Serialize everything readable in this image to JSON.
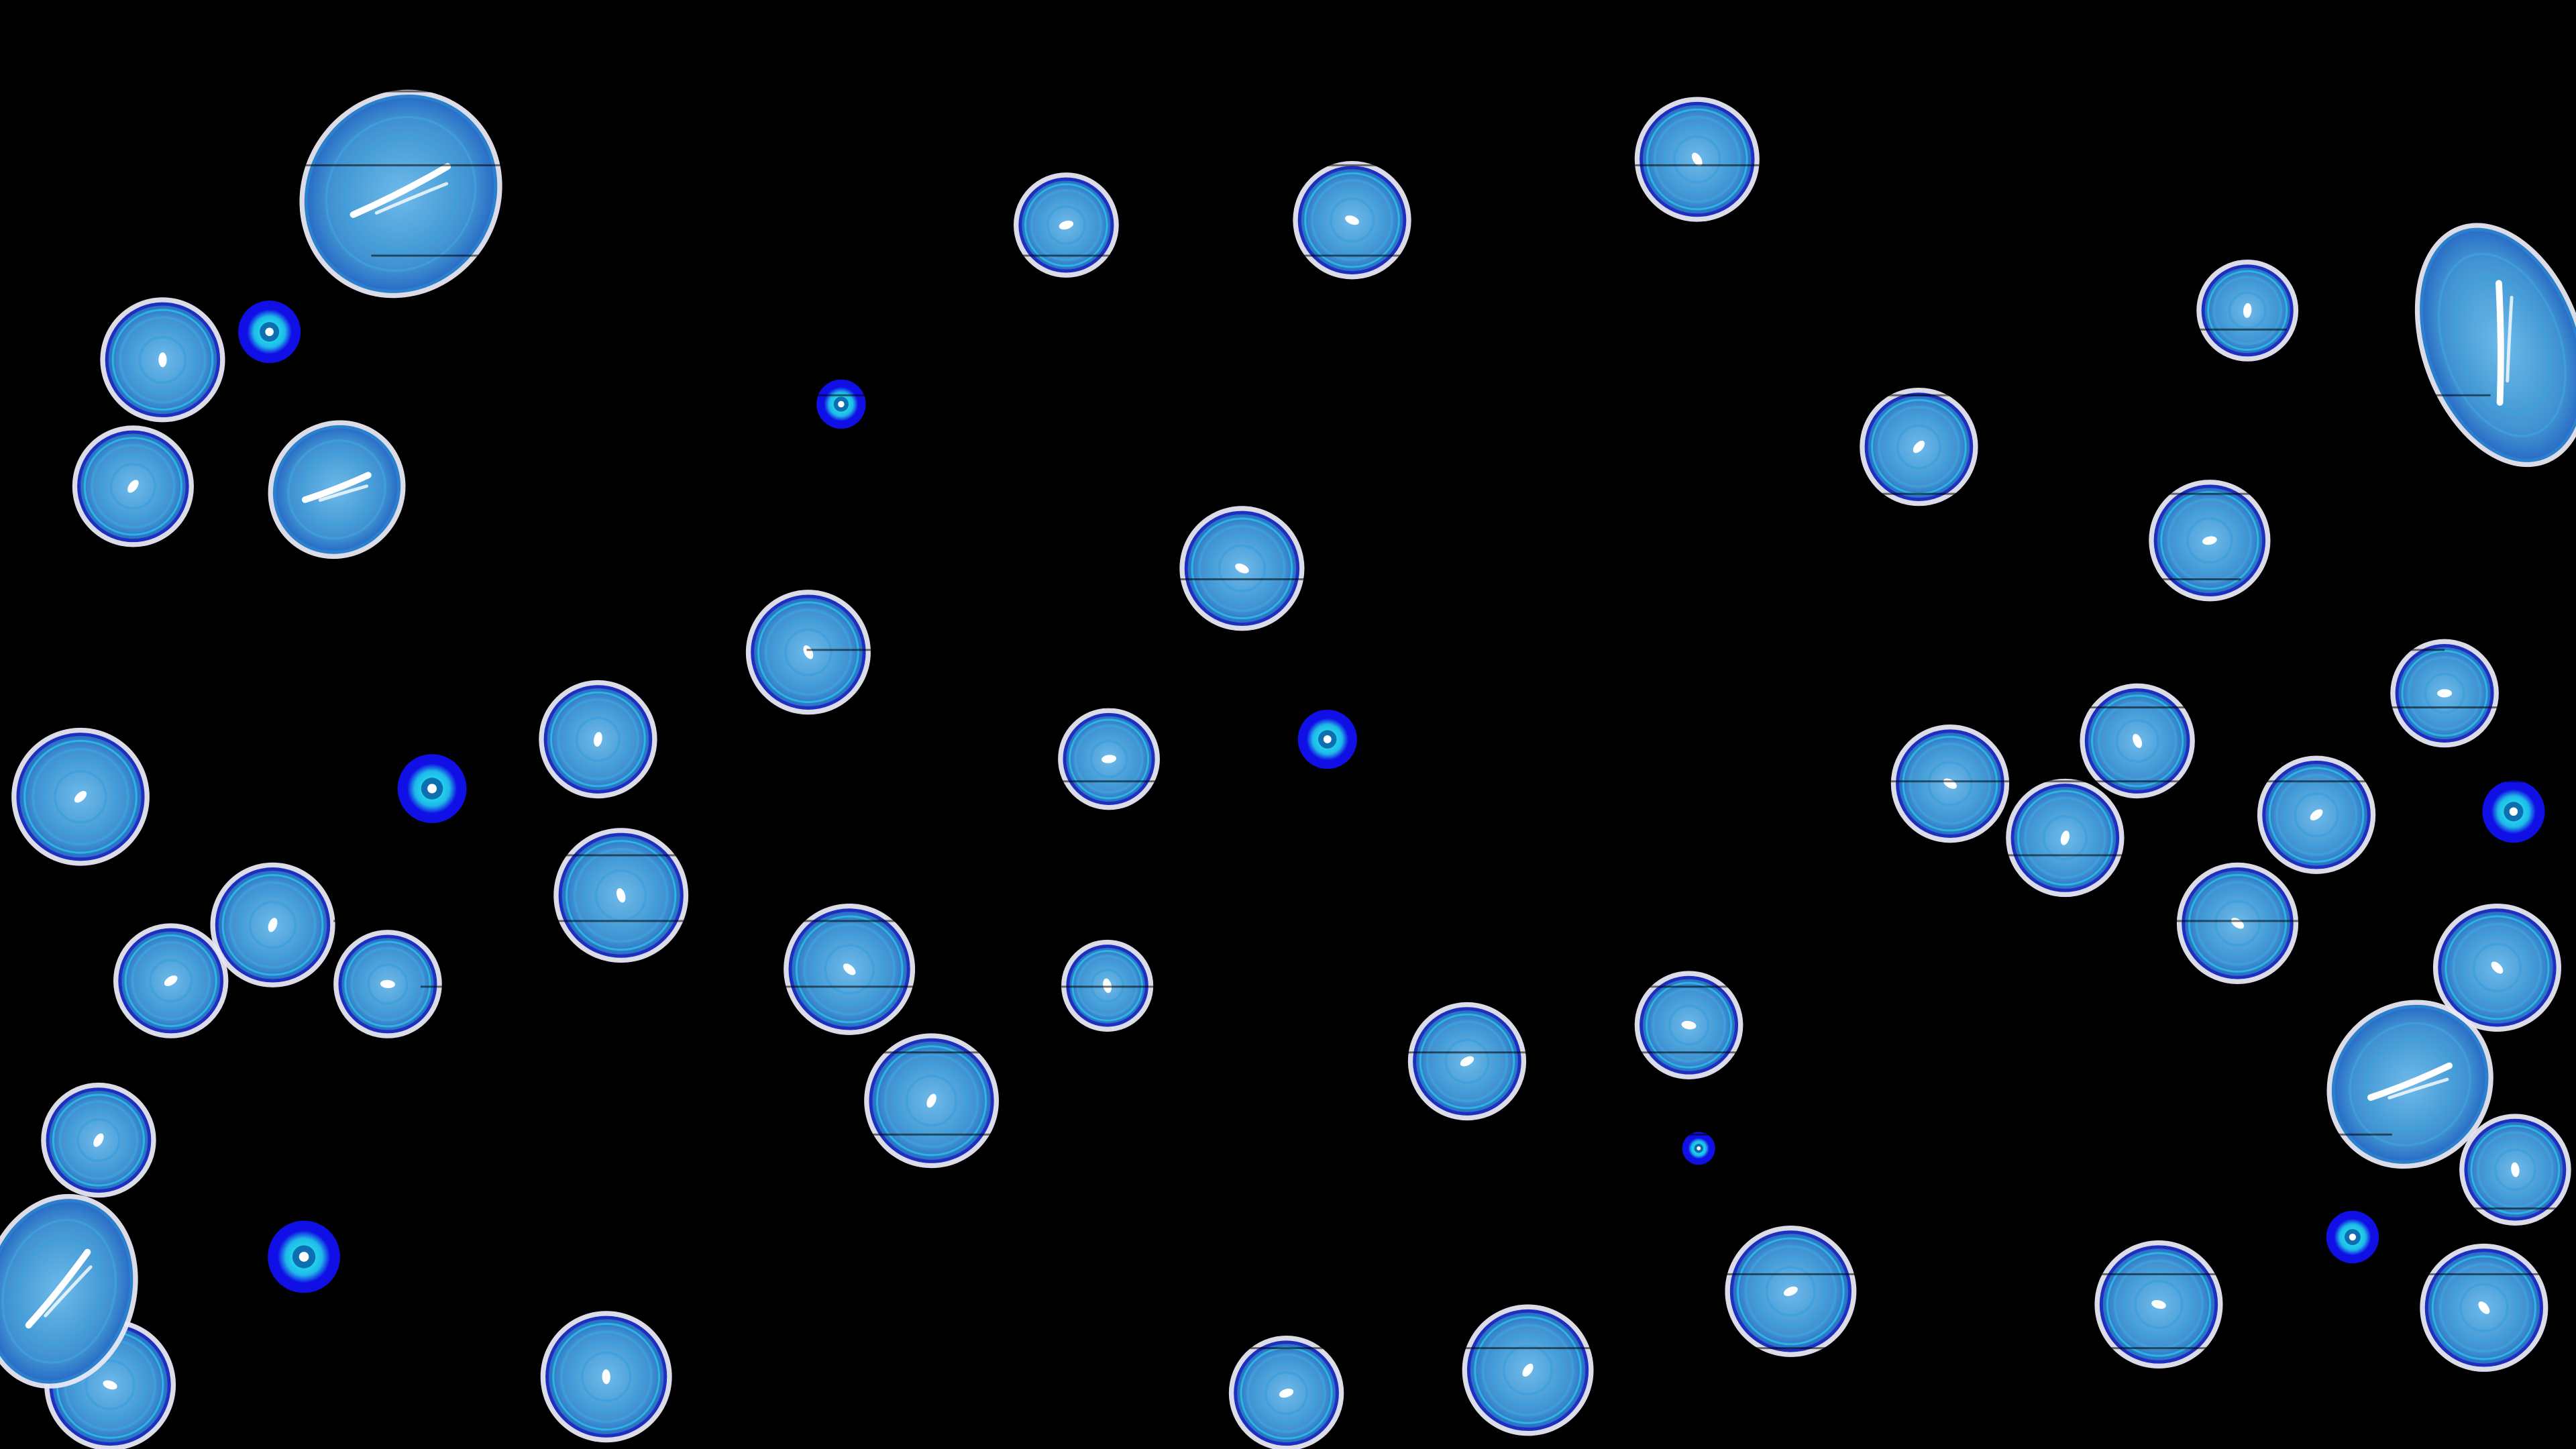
{
  "scene": {
    "background_color": "#000000",
    "palette": {
      "outer_halo": "#e8e8f4",
      "ring_light": "#3fa0dc",
      "ring_dark": "#1d2fbf",
      "fill": "#4a9fd8",
      "fill_light": "#6fb9ea",
      "cyan": "#23e0f0",
      "deep_blue": "#1010e6",
      "streak": "#ffffff"
    },
    "object_kinds": [
      "round-cell",
      "elongated-cell",
      "small-bead"
    ]
  }
}
